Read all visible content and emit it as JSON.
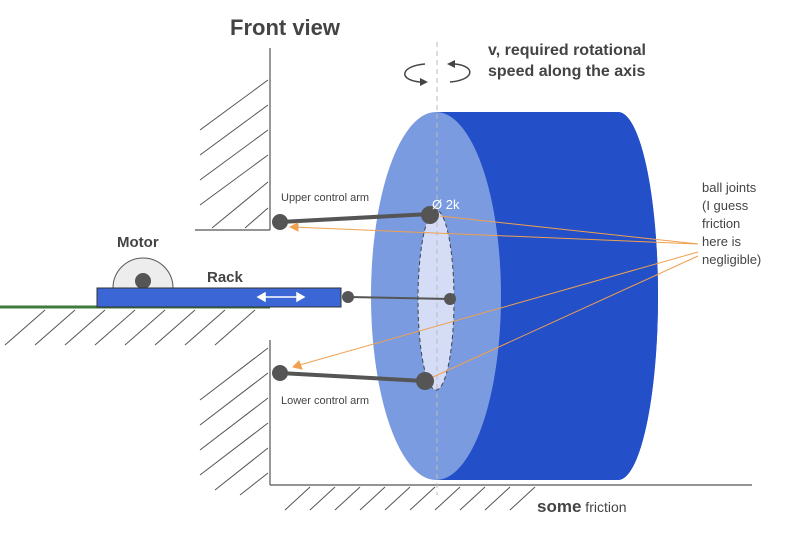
{
  "title": "Front view",
  "rotation_note": {
    "line1": "v, required rotational",
    "line2": "speed along the axis"
  },
  "labels": {
    "motor": "Motor",
    "rack": "Rack",
    "upper_arm": "Upper control arm",
    "lower_arm": "Lower control arm",
    "diameter": "Ø 2k",
    "friction_bold": "some",
    "friction_rest": " friction"
  },
  "ball_joints_note": [
    "ball joints",
    "(I guess",
    "friction",
    "here is",
    "negligible)"
  ],
  "colors": {
    "wheel_face": "#7a9be0",
    "wheel_side": "#2350c8",
    "hub": "#d5dcf6",
    "rack": "#3a66d6",
    "arrow": "#f0a050",
    "joint": "#555555"
  }
}
